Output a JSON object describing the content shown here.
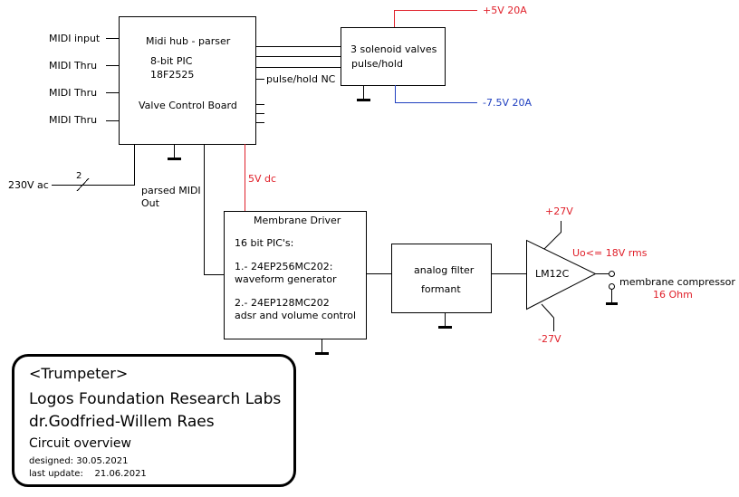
{
  "colors": {
    "line": "#000000",
    "positive_supply": "#e0202a",
    "negative_supply": "#2040c0"
  },
  "inputs": {
    "midi_input": "MIDI input",
    "midi_thru_1": "MIDI Thru",
    "midi_thru_2": "MIDI Thru",
    "midi_thru_3": "MIDI Thru",
    "mains": "230V ac",
    "mains_wire_count": "2"
  },
  "valve_board": {
    "title": "Midi hub - parser",
    "chip_line1": "8-bit PIC",
    "chip_line2": "18F2525",
    "name": "Valve Control Board",
    "nc_output": "pulse/hold NC",
    "midi_out_line1": "parsed MIDI",
    "midi_out_line2": "Out",
    "supply_out": "5V dc"
  },
  "solenoids": {
    "line1": "3 solenoid valves",
    "line2": "pulse/hold",
    "pos_supply": "+5V 20A",
    "neg_supply": "-7.5V 20A"
  },
  "membrane_driver": {
    "title": "Membrane Driver",
    "chips": "16 bit PIC's:",
    "chip1_line1": "1.- 24EP256MC202:",
    "chip1_line2": "waveform generator",
    "chip2_line1": "2.- 24EP128MC202",
    "chip2_line2": "adsr and volume control"
  },
  "filter": {
    "line1": "analog filter",
    "line2": "formant"
  },
  "amplifier": {
    "name": "LM12C",
    "pos_supply": "+27V",
    "neg_supply": "-27V",
    "output_spec": "Uo<= 18V rms"
  },
  "load": {
    "name": "membrane compressor",
    "impedance": "16 Ohm"
  },
  "title_block": {
    "project": "<Trumpeter>",
    "organization": "Logos Foundation Research Labs",
    "author": "dr.Godfried-Willem Raes",
    "document": "Circuit overview",
    "designed": "designed:  30.05.2021",
    "last_update": "last update:    21.06.2021"
  }
}
